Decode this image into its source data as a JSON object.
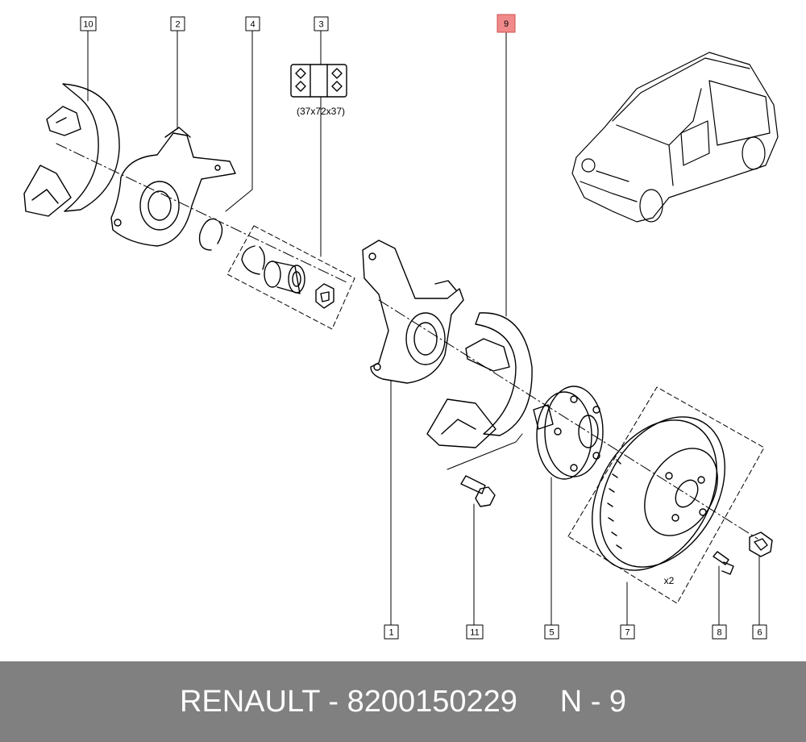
{
  "callouts": [
    {
      "id": "c10",
      "label": "10"
    },
    {
      "id": "c2",
      "label": "2"
    },
    {
      "id": "c4",
      "label": "4"
    },
    {
      "id": "c3",
      "label": "3"
    },
    {
      "id": "c9",
      "label": "9"
    },
    {
      "id": "c1",
      "label": "1"
    },
    {
      "id": "c11",
      "label": "11"
    },
    {
      "id": "c5",
      "label": "5"
    },
    {
      "id": "c7",
      "label": "7"
    },
    {
      "id": "c8",
      "label": "8"
    },
    {
      "id": "c6",
      "label": "6"
    }
  ],
  "highlight_color": "#f08a8a",
  "bearing_dimension": "(37x72x37)",
  "disc_quantity": "x2",
  "footer": {
    "text": "RENAULT - 8200150229     N - 9",
    "background": "#808080"
  }
}
